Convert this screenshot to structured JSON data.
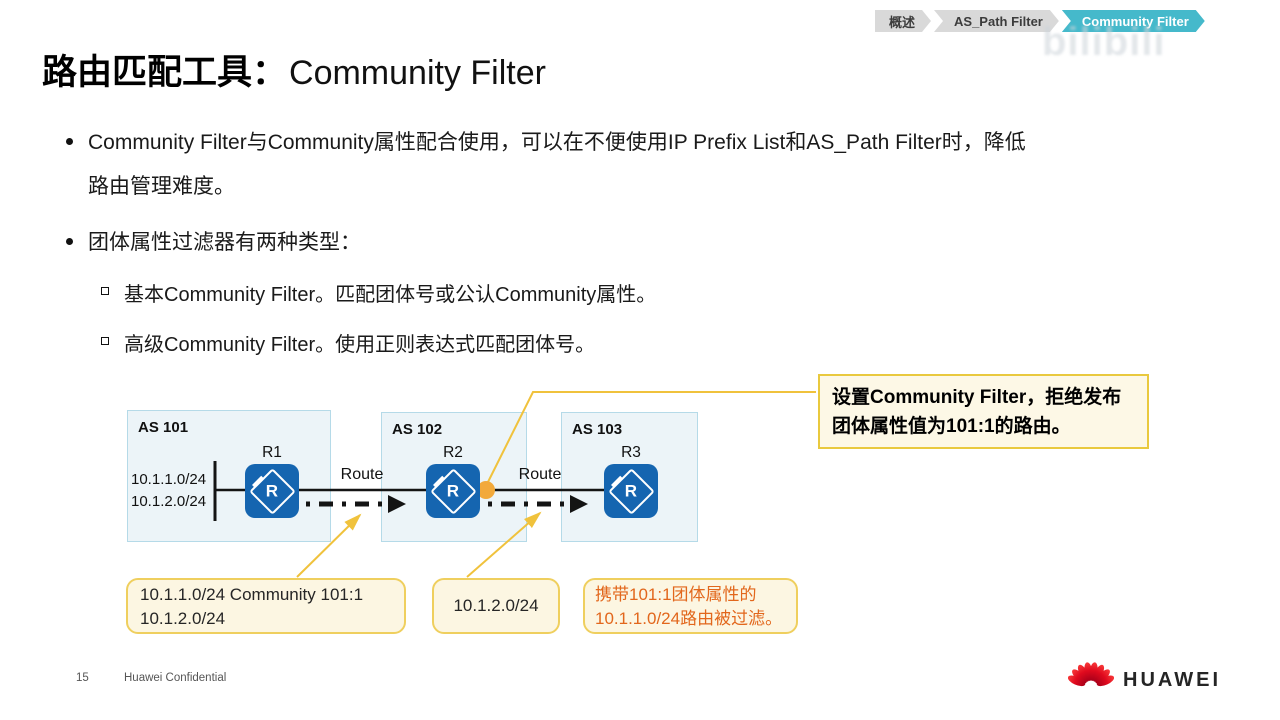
{
  "breadcrumb": {
    "items": [
      {
        "label": "概述"
      },
      {
        "label": "AS_Path Filter"
      },
      {
        "label": "Community Filter"
      }
    ]
  },
  "watermark": {
    "text": "bilibili"
  },
  "title": {
    "zh": "路由匹配工具：",
    "en": "Community Filter"
  },
  "content": {
    "bullet1_line1": "Community Filter与Community属性配合使用，可以在不便使用IP Prefix List和AS_Path Filter时，降低",
    "bullet1_line2": "路由管理难度。",
    "bullet2": "团体属性过滤器有两种类型：",
    "sub_bullet1": "基本Community Filter。匹配团体号或公认Community属性。",
    "sub_bullet2": "高级Community Filter。使用正则表达式匹配团体号。"
  },
  "diagram": {
    "as101": "AS 101",
    "as102": "AS 102",
    "as103": "AS 103",
    "routers": {
      "r1": "R1",
      "r2": "R2",
      "r3": "R3",
      "glyph": "R"
    },
    "prefix1": "10.1.1.0/24",
    "prefix2": "10.1.2.0/24",
    "route_label1": "Route",
    "route_label2": "Route",
    "callout_policy_line1": "设置Community Filter，拒绝发布",
    "callout_policy_line2": "团体属性值为101:1的路由。",
    "callout_r1_adv_line1": "10.1.1.0/24 Community 101:1",
    "callout_r1_adv_line2": "10.1.2.0/24",
    "callout_r2_adv": "10.1.2.0/24",
    "callout_filtered_line1": "携带101:1团体属性的",
    "callout_filtered_line2": "10.1.1.0/24路由被过滤。"
  },
  "footer": {
    "page_number": "15",
    "confidential": "Huawei Confidential",
    "brand": "HUAWEI"
  },
  "colors": {
    "accent_teal": "#45B9CB",
    "tab_gray": "#D9D9D9",
    "router_blue": "#1565B0",
    "as_box_fill": "#ECF4F8",
    "as_box_border": "#B5DAE8",
    "highlight_yellow": "#F0C23C",
    "marker_dot_orange": "#F2A93B",
    "callout_bg": "#FCF6E2",
    "callout_border": "#EFCF5E",
    "filtered_text_orange": "#E2671C",
    "huawei_red": "#E00A1E"
  }
}
